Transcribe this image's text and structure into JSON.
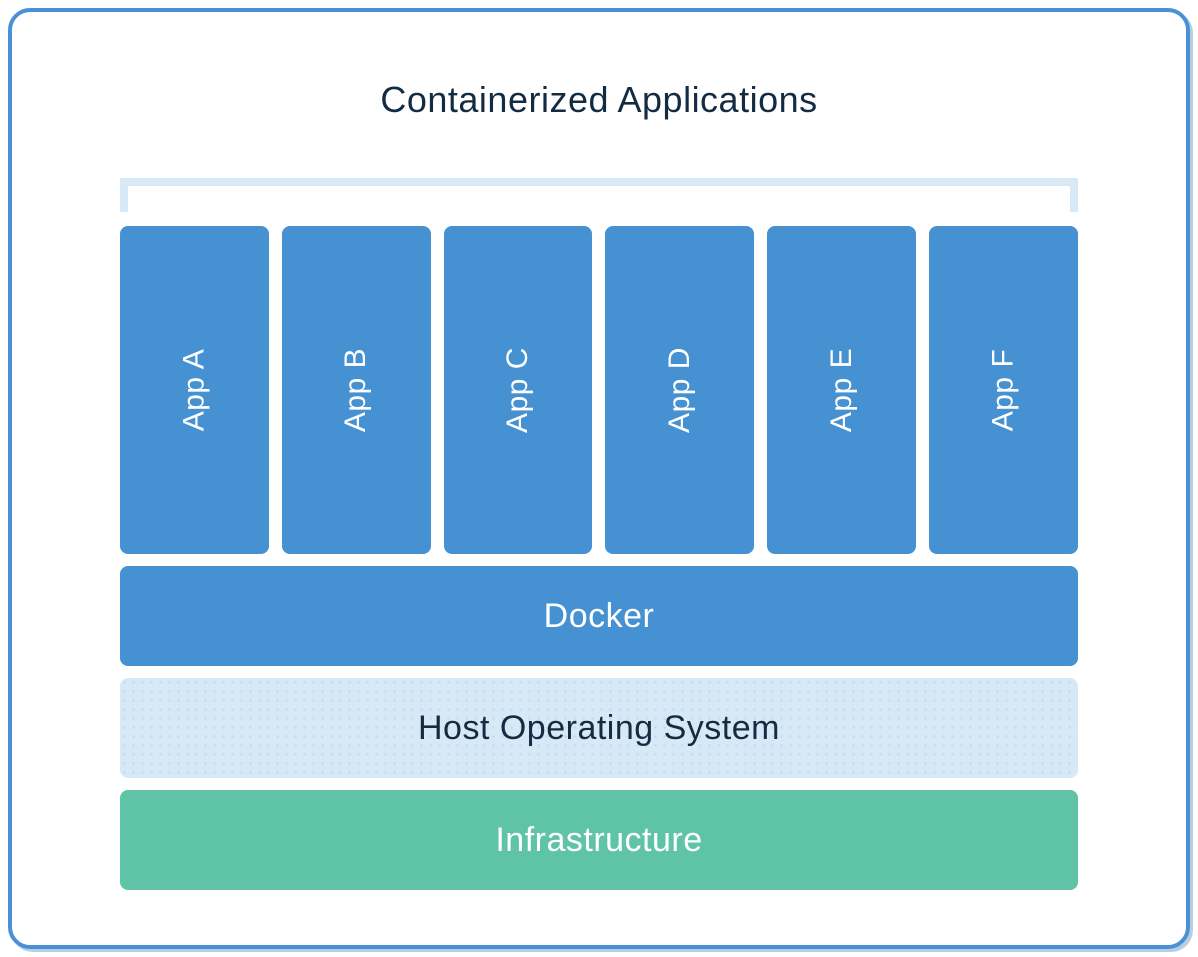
{
  "diagram": {
    "title": "Containerized Applications",
    "apps": [
      "App A",
      "App B",
      "App C",
      "App D",
      "App E",
      "App F"
    ],
    "layers": [
      {
        "label": "Docker"
      },
      {
        "label": "Host Operating System"
      },
      {
        "label": "Infrastructure"
      }
    ],
    "colors": {
      "container_blue": "#4591d1",
      "host_os_light_blue": "#d7e8f7",
      "infrastructure_green": "#5fc4a6",
      "card_border_blue": "#4a90d6",
      "title_navy": "#142c42",
      "bracket_light_blue": "#d7e8f7",
      "label_white": "#ffffff"
    }
  }
}
